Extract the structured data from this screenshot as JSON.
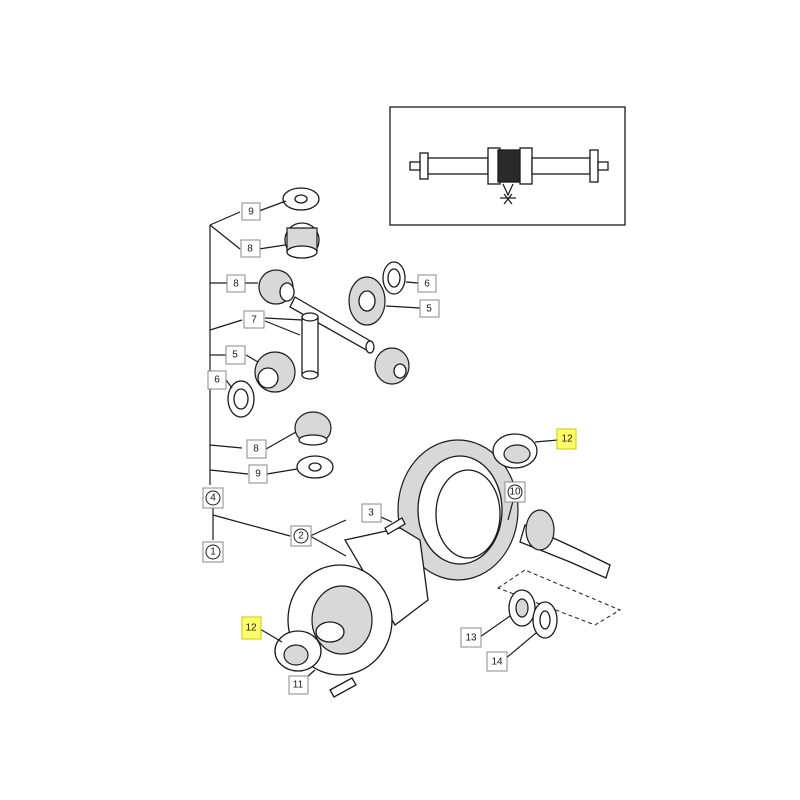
{
  "callouts": {
    "c1": "1",
    "c2": "2",
    "c3": "3",
    "c4": "4",
    "c5a": "5",
    "c5b": "5",
    "c6a": "6",
    "c6b": "6",
    "c7": "7",
    "c8a": "8",
    "c8b": "8",
    "c8c": "8",
    "c9a": "9",
    "c9b": "9",
    "c10": "10",
    "c11": "11",
    "c12a": "12",
    "c12b": "12",
    "c13": "13",
    "c14": "14"
  },
  "colors": {
    "highlight": "#ffff66",
    "ink": "#1a1a1a"
  }
}
